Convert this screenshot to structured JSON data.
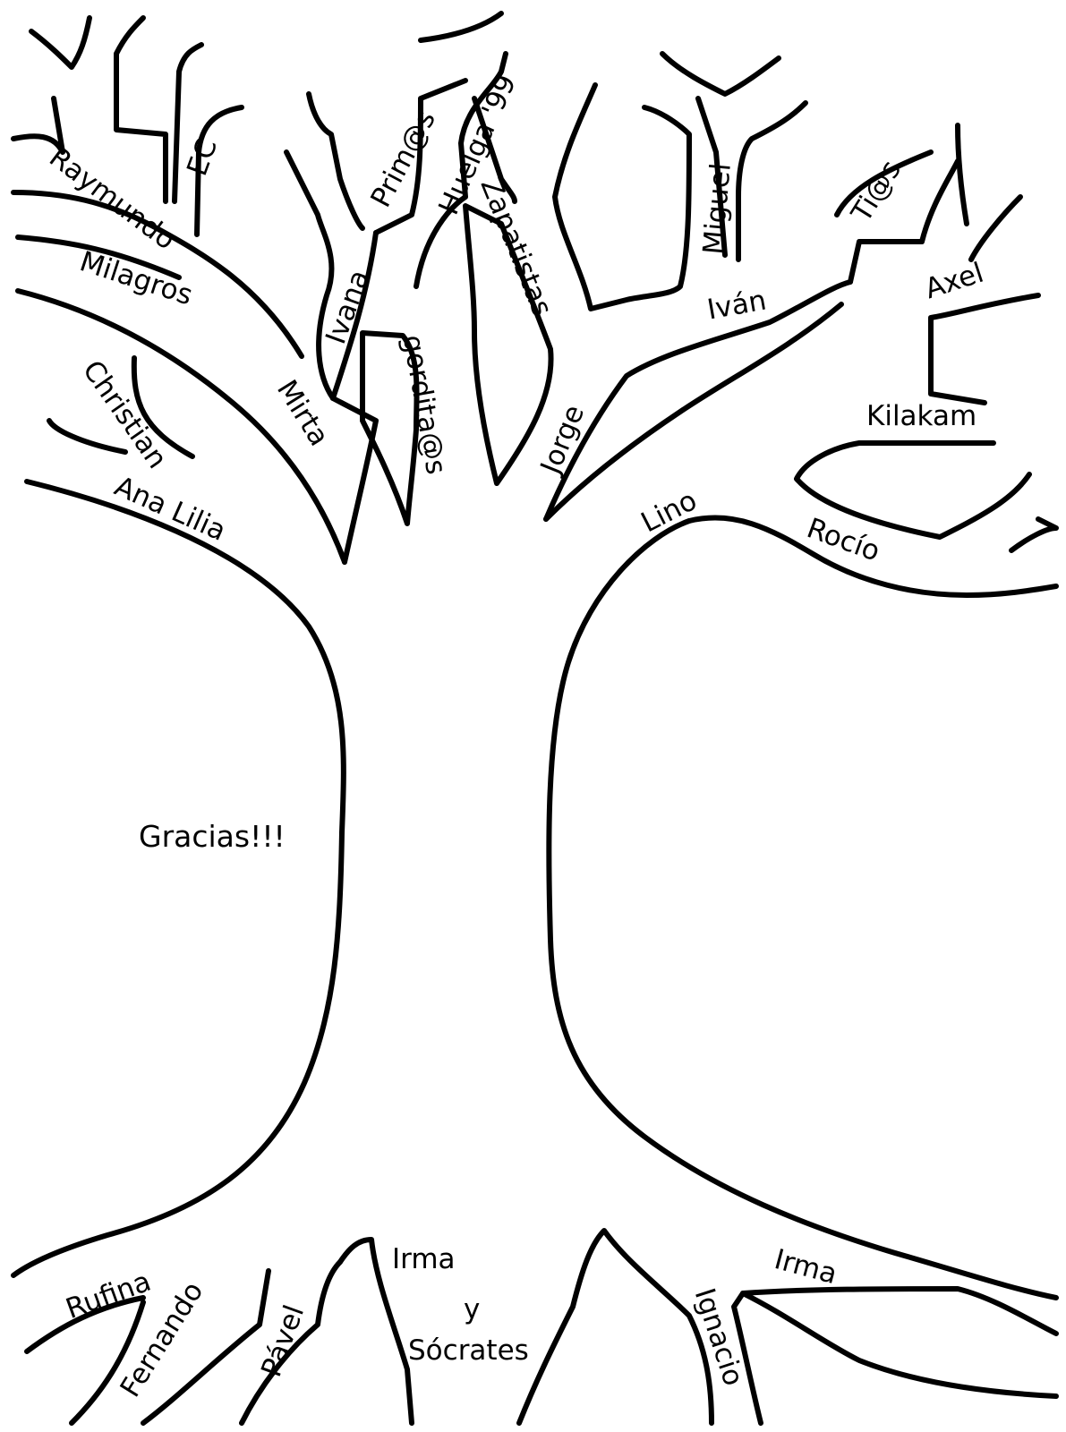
{
  "center_message": "Gracias!!!",
  "branches": [
    "Raymundo",
    "EC",
    "Milagros",
    "Christian",
    "Ana Lilia",
    "Mirta",
    "Ivana",
    "Prim@s",
    "Huelga '99",
    "gordita@s",
    "Zapatistas",
    "Jorge",
    "Miguel",
    "Ti@s",
    "Iván",
    "Axel",
    "Kilakam",
    "Lino",
    "Rocío"
  ],
  "roots": [
    "Rufina",
    "Fernando",
    "Pável",
    "Irma",
    "y",
    "Sócrates",
    "Ignacio",
    "Irma"
  ],
  "colors": {
    "ink": "#000000",
    "background": "#ffffff"
  }
}
